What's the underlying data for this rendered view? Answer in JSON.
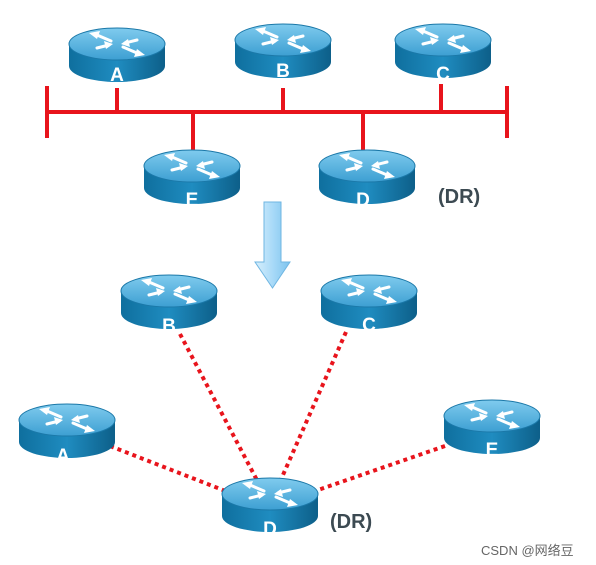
{
  "top": {
    "routers": [
      "A",
      "B",
      "C",
      "E",
      "D"
    ],
    "dr_label": "(DR)"
  },
  "bottom": {
    "routers": [
      "B",
      "C",
      "A",
      "E",
      "D"
    ],
    "dr_label": "(DR)"
  },
  "watermark": "CSDN @网络豆",
  "colors": {
    "bus": "#e8141c",
    "adjacency": "#e8141c",
    "router_body": "#1c86b8",
    "router_top": "#58b6e4",
    "arrow": "#9cd4f6"
  },
  "icon": "router-icon"
}
